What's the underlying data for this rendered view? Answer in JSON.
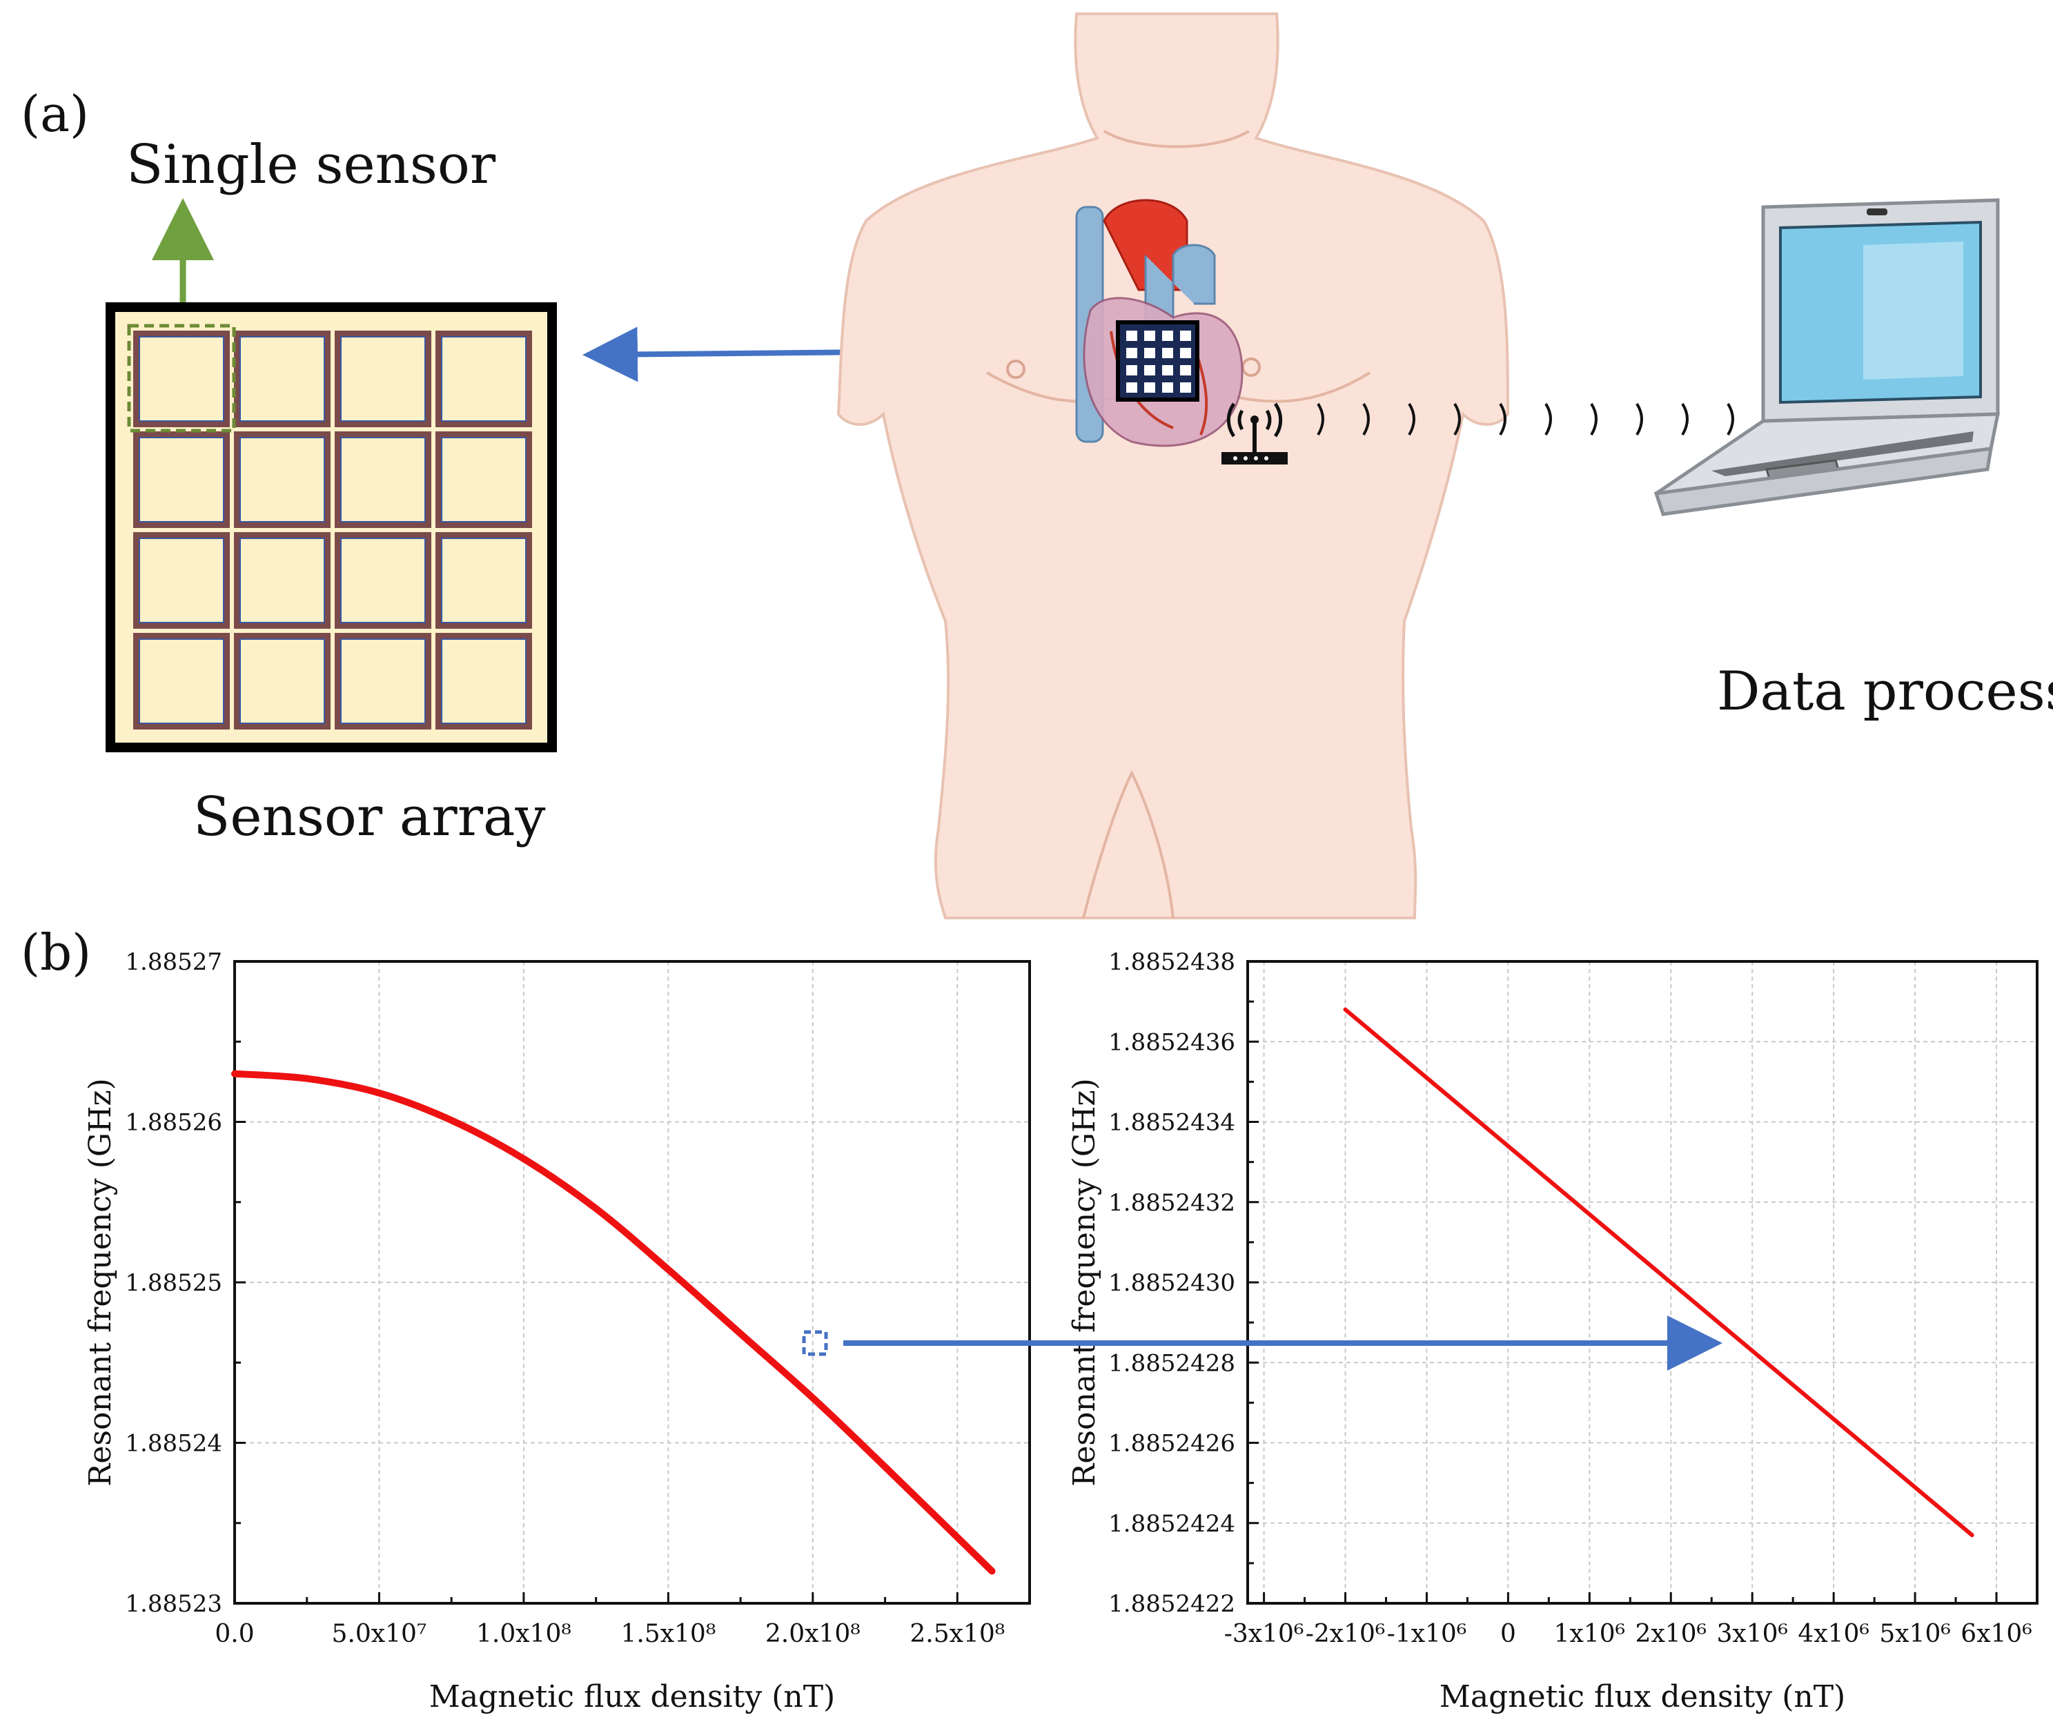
{
  "panel_a": {
    "label": "(a)",
    "single_sensor_label": "Single sensor",
    "sensor_array_label": "Sensor array",
    "data_process_label": "Data process",
    "array_rows": 4,
    "array_cols": 4,
    "colors": {
      "array_fill": "#fdf1c9",
      "array_border": "#000000",
      "cell_border": "#7b4a4a",
      "cell_inner_border": "#3a57a0",
      "highlight": "#6b8a34",
      "arrow_blue": "#4472c4",
      "skin": "#fbe2d8",
      "heart_red": "#e23a2a",
      "vessel_blue": "#8fb5d6"
    }
  },
  "panel_b": {
    "label": "(b)",
    "colors": {
      "curve": "#ee1111",
      "arrow": "#4472c4",
      "grid": "#c8c8c8"
    }
  },
  "chart_data": [
    {
      "type": "line",
      "xlabel": "Magnetic flux density (nT)",
      "ylabel": "Resonant frequency (GHz)",
      "xlim": [
        0,
        275000000
      ],
      "ylim": [
        1.88523,
        1.88527
      ],
      "x_ticks": [
        0,
        50000000,
        100000000,
        150000000,
        200000000,
        250000000
      ],
      "x_tick_labels": [
        "0.0",
        "5.0x10⁷",
        "1.0x10⁸",
        "1.5x10⁸",
        "2.0x10⁸",
        "2.5x10⁸"
      ],
      "y_ticks": [
        1.88523,
        1.88524,
        1.88525,
        1.88526,
        1.88527
      ],
      "y_tick_labels": [
        "1.88523",
        "1.88524",
        "1.88525",
        "1.88526",
        "1.88527"
      ],
      "grid": true,
      "series": [
        {
          "x": [
            0,
            25000000,
            50000000,
            75000000,
            100000000,
            125000000,
            150000000,
            175000000,
            200000000,
            225000000,
            262000000
          ],
          "values": [
            1.885263,
            1.8852627,
            1.8852618,
            1.8852601,
            1.8852577,
            1.8852546,
            1.8852508,
            1.8852468,
            1.8852428,
            1.8852385,
            1.885232
          ]
        }
      ]
    },
    {
      "type": "line",
      "xlabel": "Magnetic flux density (nT)",
      "ylabel": "Resonant frequency (GHz)",
      "xlim": [
        -3200000,
        6500000
      ],
      "ylim": [
        1.8852422,
        1.8852438
      ],
      "x_ticks": [
        -3000000,
        -2000000,
        -1000000,
        0,
        1000000,
        2000000,
        3000000,
        4000000,
        5000000,
        6000000
      ],
      "x_tick_labels": [
        "-3x10⁶",
        "-2x10⁶",
        "-1x10⁶",
        "0",
        "1x10⁶",
        "2x10⁶",
        "3x10⁶",
        "4x10⁶",
        "5x10⁶",
        "6x10⁶"
      ],
      "y_ticks": [
        1.8852422,
        1.8852424,
        1.8852426,
        1.8852428,
        1.885243,
        1.8852432,
        1.8852434,
        1.8852436,
        1.8852438
      ],
      "y_tick_labels": [
        "1.8852422",
        "1.8852424",
        "1.8852426",
        "1.8852428",
        "1.8852430",
        "1.8852432",
        "1.8852434",
        "1.8852436",
        "1.8852438"
      ],
      "grid": true,
      "series": [
        {
          "x": [
            -2000000,
            5700000
          ],
          "values": [
            1.88524368,
            1.88524237
          ]
        }
      ]
    }
  ]
}
